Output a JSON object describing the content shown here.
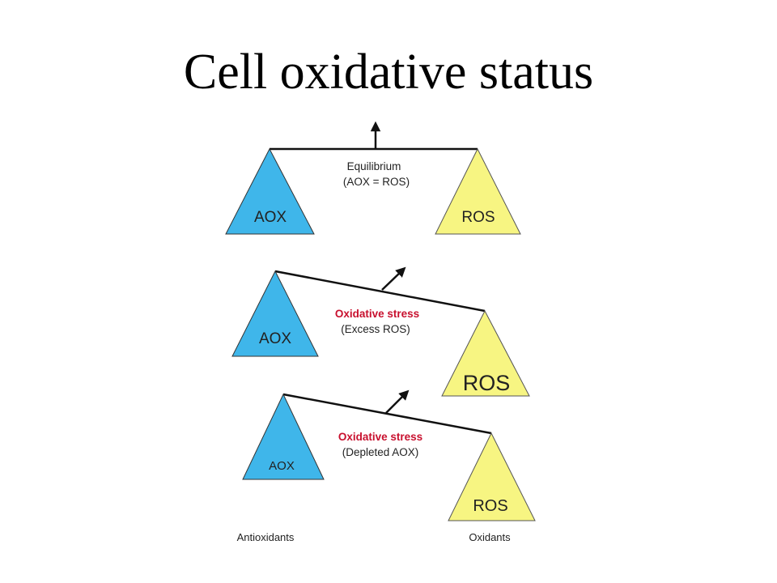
{
  "title": "Cell oxidative status",
  "colors": {
    "aox_fill": "#3fb6ea",
    "ros_fill": "#f7f582",
    "stress_text": "#c8102e",
    "line": "#111111"
  },
  "panels": [
    {
      "left_label": "AOX",
      "right_label": "ROS",
      "caption_line1": "Equilibrium",
      "caption_line2": "(AOX = ROS)"
    },
    {
      "left_label": "AOX",
      "right_label": "ROS",
      "caption_line1": "Oxidative stress",
      "caption_line2": "(Excess ROS)"
    },
    {
      "left_label": "AOX",
      "right_label": "ROS",
      "caption_line1": "Oxidative stress",
      "caption_line2": "(Depleted AOX)"
    }
  ],
  "footer": {
    "left": "Antioxidants",
    "right": "Oxidants"
  }
}
